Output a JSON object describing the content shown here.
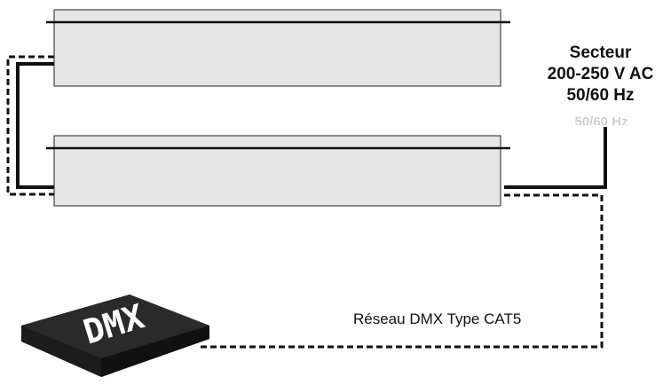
{
  "power": {
    "line1": "Secteur",
    "line2": "200-250 V AC",
    "line3": "50/60 Hz",
    "ghost": "50/60 Hz"
  },
  "network": {
    "label": "Réseau DMX Type CAT5"
  },
  "console": {
    "text": "DMX"
  },
  "colors": {
    "fixture_fill": "#e6e6e6",
    "line": "#111111",
    "console": "#1c1c1c"
  }
}
